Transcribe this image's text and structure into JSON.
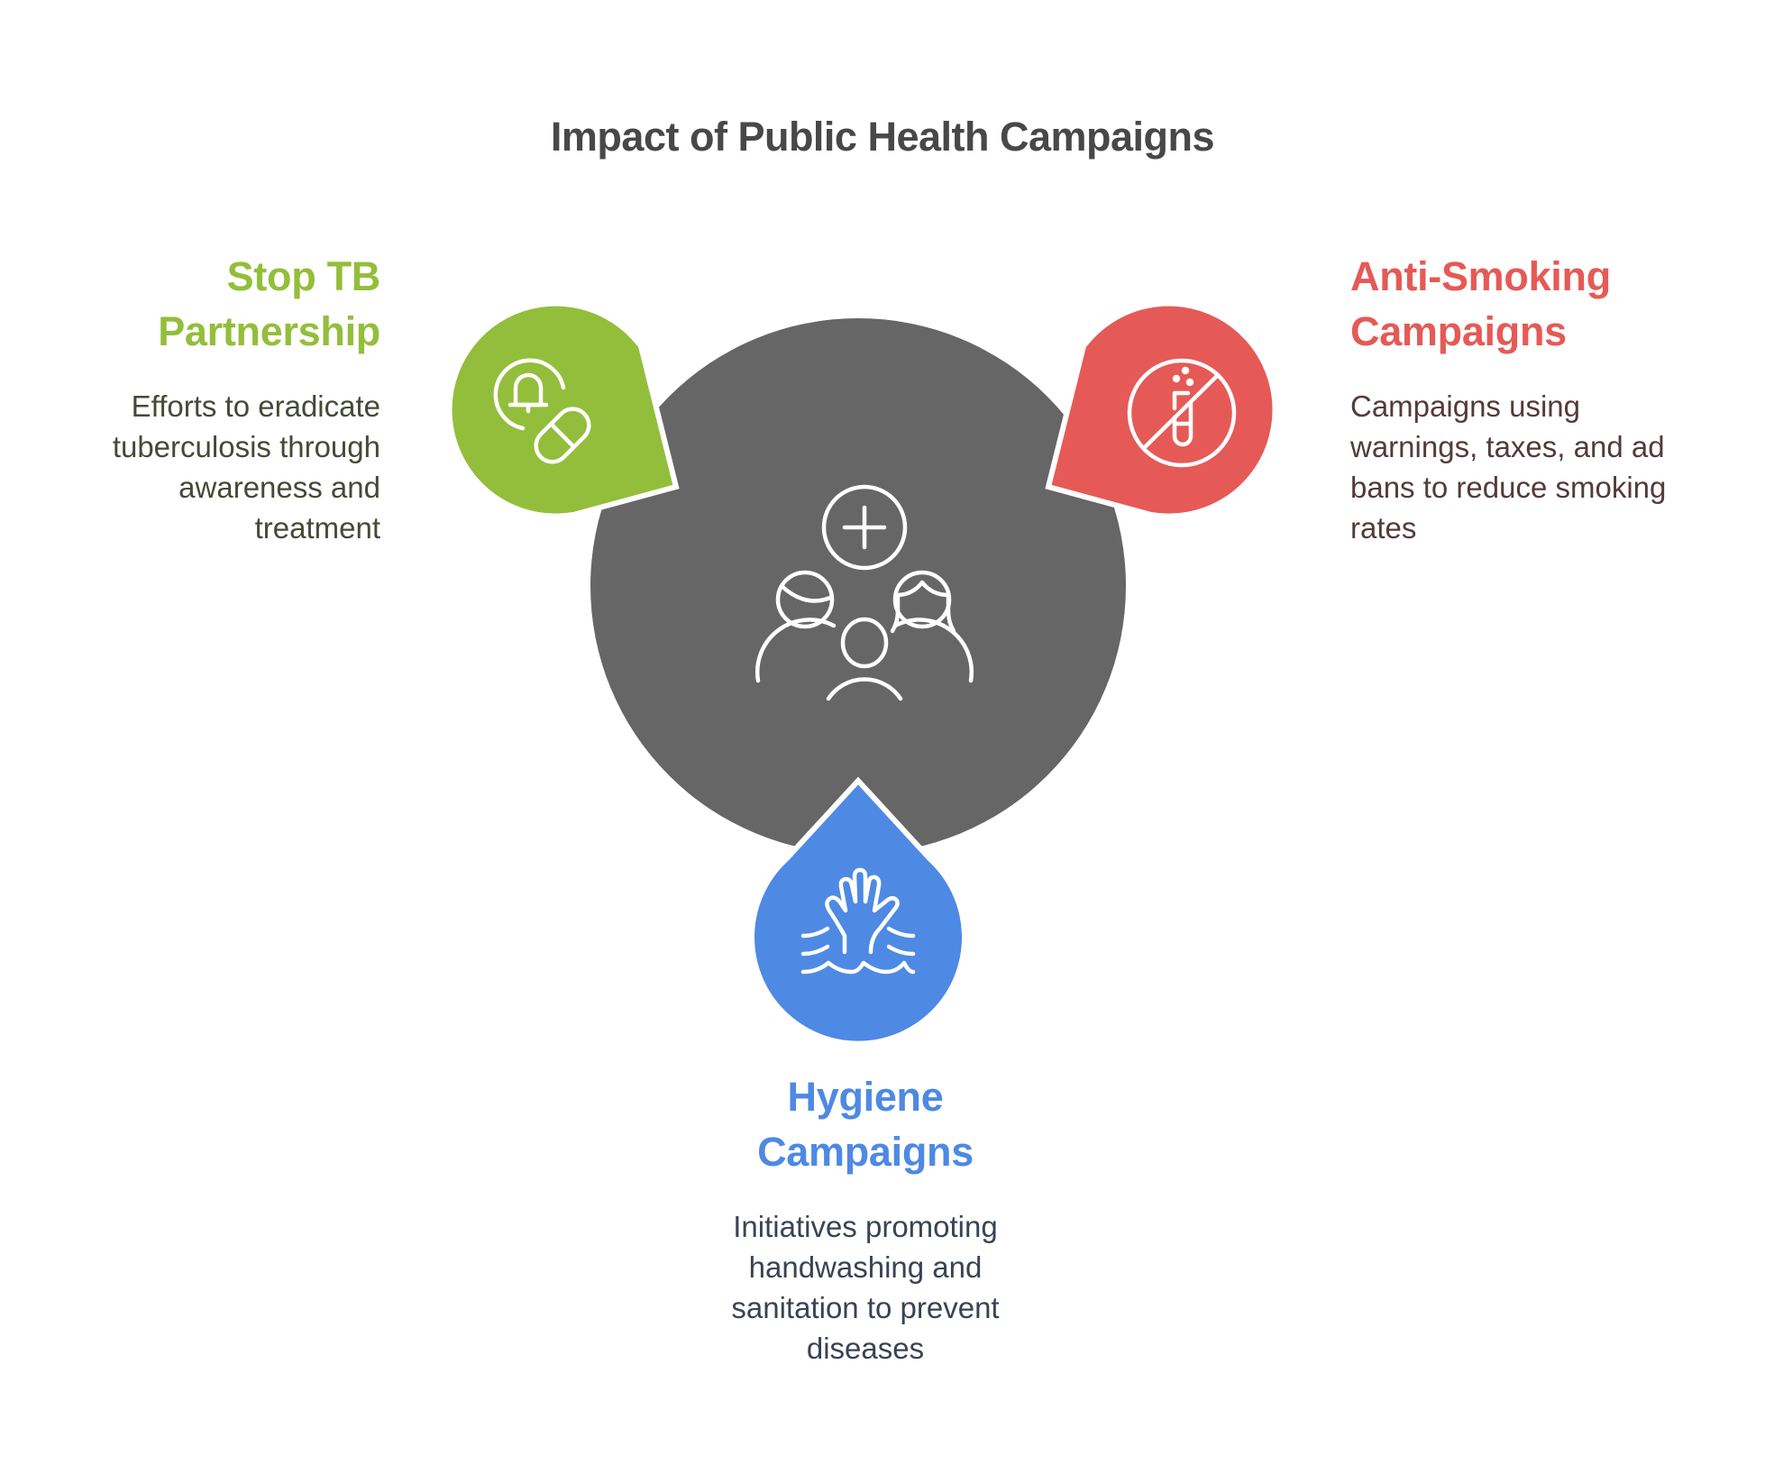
{
  "title": "Impact of Public Health Campaigns",
  "colors": {
    "center": "#666666",
    "green": "#93BE3B",
    "red": "#E55A56",
    "blue": "#4E89E4",
    "title": "#484848",
    "green_desc": "#454A38",
    "red_desc": "#553A3A",
    "blue_desc": "#3A4354"
  },
  "center": {
    "icon": "community-health-icon"
  },
  "items": [
    {
      "position": "left",
      "heading_lines": [
        "Stop TB",
        "Partnership"
      ],
      "description_lines": [
        "Efforts to eradicate",
        "tuberculosis through",
        "awareness and",
        "treatment"
      ],
      "icon": "bell-pill-icon",
      "color": "#93BE3B"
    },
    {
      "position": "right",
      "heading_lines": [
        "Anti-Smoking",
        "Campaigns"
      ],
      "description_lines": [
        "Campaigns using",
        "warnings, taxes, and ad",
        "bans to reduce smoking",
        "rates"
      ],
      "icon": "no-test-tube-icon",
      "color": "#E55A56"
    },
    {
      "position": "bottom",
      "heading_lines": [
        "Hygiene",
        "Campaigns"
      ],
      "description_lines": [
        "Initiatives promoting",
        "handwashing and",
        "sanitation to prevent",
        "diseases"
      ],
      "icon": "hand-in-water-icon",
      "color": "#4E89E4"
    }
  ]
}
